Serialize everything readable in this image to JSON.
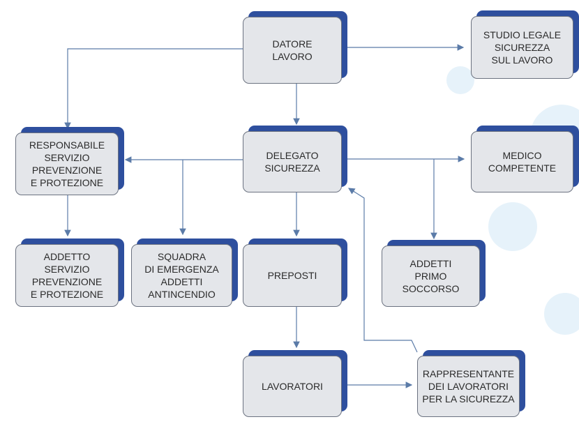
{
  "nodes": {
    "datore": "DATORE\nLAVORO",
    "studio": "STUDIO LEGALE\nSICUREZZA\nSUL LAVORO",
    "responsabile": "RESPONSABILE\nSERVIZIO\nPREVENZIONE\nE PROTEZIONE",
    "delegato": "DELEGATO\nSICUREZZA",
    "medico": "MEDICO\nCOMPETENTE",
    "addetto": "ADDETTO\nSERVIZIO\nPREVENZIONE\nE PROTEZIONE",
    "squadra": "SQUADRA\nDI EMERGENZA\nADDETTI\nANTINCENDIO",
    "preposti": "PREPOSTI",
    "primo_soccorso": "ADDETTI\nPRIMO\nSOCCORSO",
    "lavoratori": "LAVORATORI",
    "rappresentante": "RAPPRESENTANTE\nDEI LAVORATORI\nPER LA SICUREZZA"
  },
  "colors": {
    "box": "#e4e6ea",
    "shadow": "#2e4f9e",
    "line": "#5b7ba8"
  }
}
